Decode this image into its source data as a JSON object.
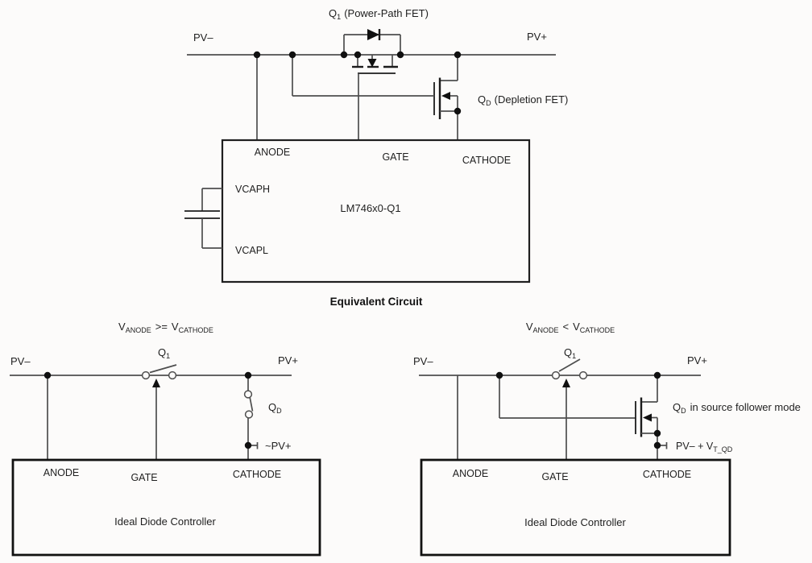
{
  "colors": {
    "background": "#fcfbfa",
    "wire": "#4e4e4e",
    "ink": "#1f1f1f"
  },
  "equivalent_circuit": {
    "caption": "Equivalent Circuit",
    "pv_minus": "PV–",
    "pv_plus": "PV+",
    "q1": {
      "pre": "Q",
      "sub": "1",
      "rest": "(Power-Path FET)"
    },
    "qd": {
      "pre": "Q",
      "sub": "D",
      "rest": "(Depletion FET)"
    },
    "part_number": "LM746x0-Q1",
    "pins": {
      "anode": "ANODE",
      "gate": "GATE",
      "cathode": "CATHODE",
      "vcaph": "VCAPH",
      "vcapl": "VCAPL"
    }
  },
  "case_forward": {
    "condition": {
      "v1": "V",
      "sub1": "ANODE",
      "op": ">=",
      "v2": "V",
      "sub2": "CATHODE"
    },
    "pv_minus": "PV–",
    "pv_plus": "PV+",
    "q1": {
      "pre": "Q",
      "sub": "1"
    },
    "qd": {
      "pre": "Q",
      "sub": "D"
    },
    "cathode_node": "~PV+",
    "box": {
      "title": "Ideal Diode Controller",
      "pins": {
        "anode": "ANODE",
        "gate": "GATE",
        "cathode": "CATHODE"
      }
    }
  },
  "case_reverse": {
    "condition": {
      "v1": "V",
      "sub1": "ANODE",
      "op": "<",
      "v2": "V",
      "sub2": "CATHODE"
    },
    "pv_minus": "PV–",
    "pv_plus": "PV+",
    "q1": {
      "pre": "Q",
      "sub": "1"
    },
    "qd_mode": {
      "pre": "Q",
      "sub": "D",
      "rest": "in source follower mode"
    },
    "cathode_node": {
      "pre": "PV– + V",
      "sub": "T_QD"
    },
    "box": {
      "title": "Ideal Diode Controller",
      "pins": {
        "anode": "ANODE",
        "gate": "GATE",
        "cathode": "CATHODE"
      }
    }
  }
}
